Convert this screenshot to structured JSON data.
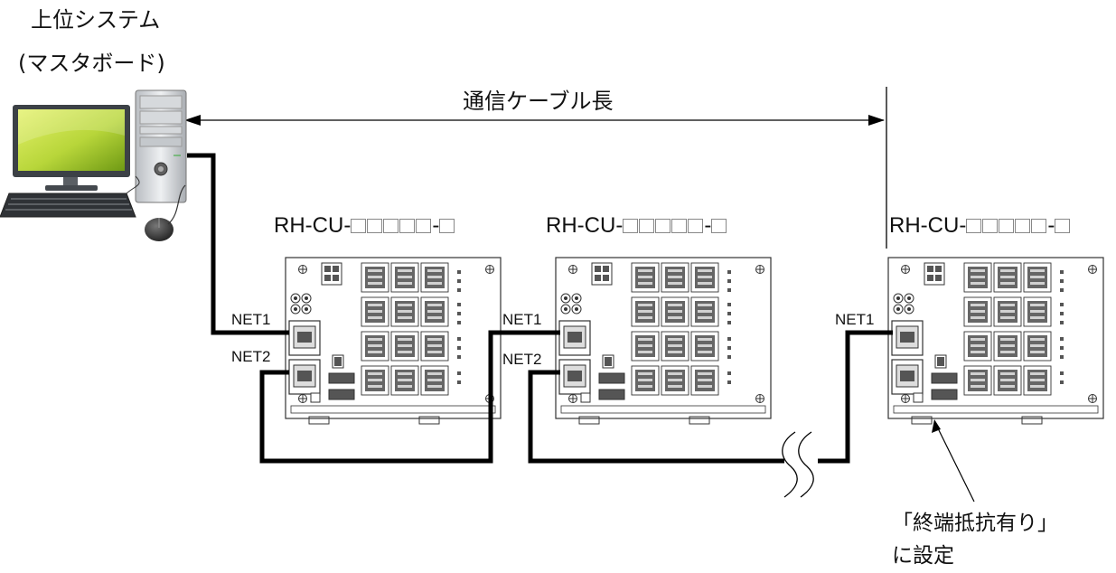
{
  "host": {
    "title_line1": "上位システム",
    "title_line2": "(マスタボード)"
  },
  "cable_length_label": "通信ケーブル長",
  "units": [
    {
      "model_prefix": "RH-CU-",
      "model_sep": "-",
      "net1_label": "NET1",
      "net2_label": "NET2"
    },
    {
      "model_prefix": "RH-CU-",
      "model_sep": "-",
      "net1_label": "NET1",
      "net2_label": "NET2"
    },
    {
      "model_prefix": "RH-CU-",
      "model_sep": "-",
      "net1_label": "NET1"
    }
  ],
  "terminator_note": {
    "line1": "「終端抵抗有り」",
    "line2": "に設定"
  }
}
